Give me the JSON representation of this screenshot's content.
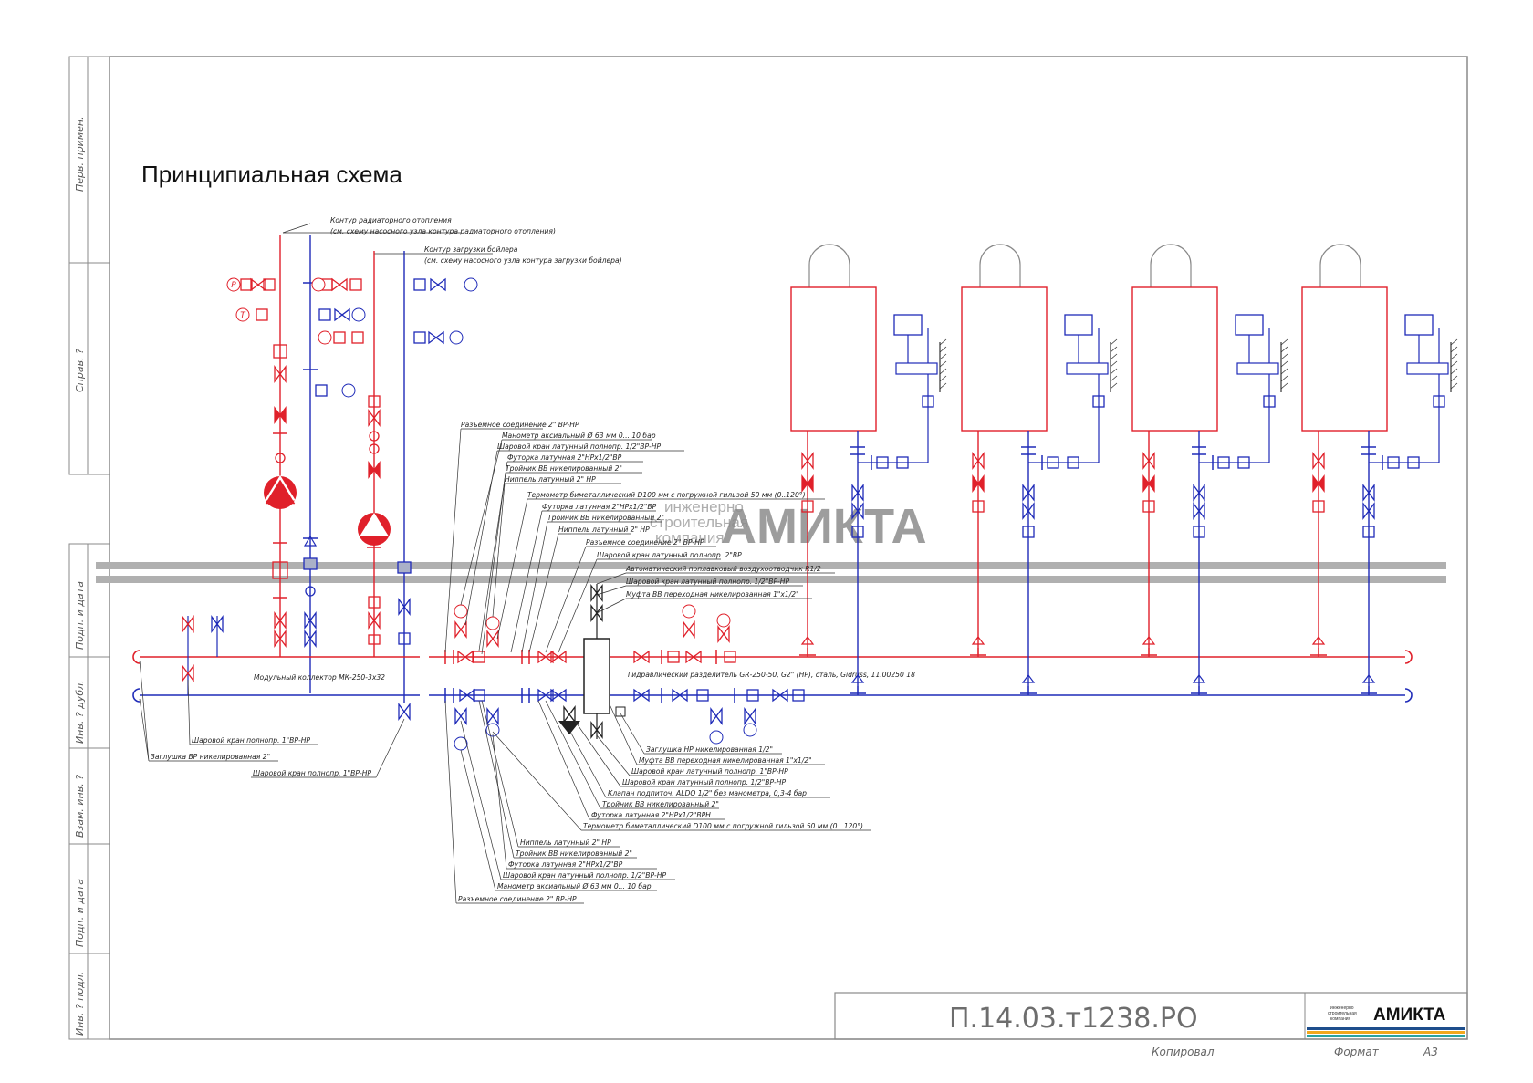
{
  "title": "Принципиальная схема",
  "side_stamp": {
    "upper": [
      "Перв. примен.",
      "Справ. ?"
    ],
    "lower": [
      "Подп. и дата",
      "Инв. ? дубл.",
      "Взам. инв. ?",
      "Подп. и дата",
      "Инв. ? подл."
    ]
  },
  "top_notes": {
    "radiator_1": "Контур радиаторного отопления",
    "radiator_2": "(см. схему насосного узла контура радиаторного отопления)",
    "boiler_1": "Контур загрузки бойлера",
    "boiler_2": "(см. схему насосного узла контура загрузки бойлера)"
  },
  "instrument_letters": {
    "pressure": "P",
    "temperature": "T"
  },
  "upper_callouts": [
    "Разъемное соединение 2\" ВР-НР",
    "Манометр аксиальный Ø 63 мм 0... 10 бар",
    "Шаровой кран латунный полнопр. 1/2\"ВР-НР",
    "Футорка латунная 2\"НРх1/2\"ВР",
    "Тройник ВВ никелированный 2\"",
    "Ниппель латунный 2\" НР",
    "Термометр биметаллический D100 мм с погружной гильзой 50 мм (0..120°)",
    "Футорка латунная 2\"НРх1/2\"ВР",
    "Тройник ВВ никелированный 2\"",
    "Ниппель латунный 2\" НР",
    "Разъемное соединение 2\" ВР-НР",
    "Шаровой кран латунный полнопр. 2\"ВР",
    "Автоматический поплавковый воздухоотводчик R1/2",
    "Шаровой кран латунный полнопр. 1/2\"ВР-НР",
    "Муфта ВВ переходная никелированная 1\"х1/2\""
  ],
  "collector_label": "Модульный коллектор МК-250-3х32",
  "separator_label": "Гидравлический разделитель GR-250-50, G2\" (НР), сталь, Gidruss, 11.00250 18",
  "left_callouts": [
    "Шаровой кран полнопр. 1\"ВР-НР",
    "Заглушка ВР никелированная 2\"",
    "Шаровой кран полнопр. 1\"ВР-НР"
  ],
  "right_callouts": [
    "Заглушка НР никелированная 1/2\"",
    "Муфта ВВ переходная никелированная 1\"х1/2\"",
    "Шаровой кран латунный полнопр. 1\"ВР-НР",
    "Шаровой кран латунный полнопр. 1/2\"ВР-НР",
    "Клапан подпиточ. ALDO 1/2\" без манометра, 0,3-4 бар",
    "Тройник ВВ никелированный 2\"",
    "Футорка латунная 2\"НРх1/2\"ВРН",
    "Термометр биметаллический D100 мм с погружной гильзой 50 мм (0...120°)"
  ],
  "lower_callouts": [
    "Ниппель латунный 2\" НР",
    "Тройник ВВ никелированный 2\"",
    "Футорка латунная 2\"НРх1/2\"ВР",
    "Шаровой кран латунный полнопр. 1/2\"ВР-НР",
    "Манометр аксиальный Ø 63 мм 0... 10 бар",
    "Разъемное соединение 2\" ВР-НР"
  ],
  "watermark": {
    "small_1": "инженерно",
    "small_2": "строительная",
    "small_3": "компания",
    "big": "АМИКТА"
  },
  "title_block": {
    "doc_code": "П.14.03.т1238.РО",
    "logo_small_1": "инженерно",
    "logo_small_2": "строительная",
    "logo_small_3": "компания",
    "logo_name": "АМИКТА",
    "copied": "Копировал",
    "format_label": "Формат",
    "format_value": "А3"
  },
  "colors": {
    "supply": "#e0202a",
    "return": "#1f2bb8",
    "frame": "#8a8a8a",
    "logo_stripes": [
      "#1e4e8c",
      "#f2a81d",
      "#2aa3a0"
    ]
  }
}
